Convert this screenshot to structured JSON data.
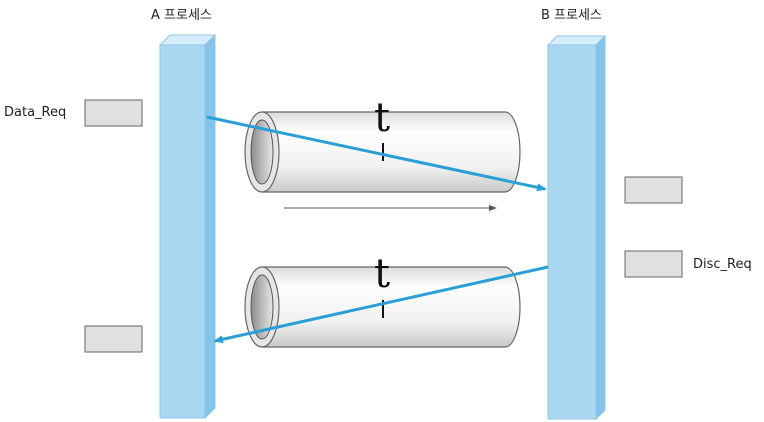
{
  "processes": {
    "a_label": "A 프로세스",
    "b_label": "B 프로세스"
  },
  "messages": {
    "data_req": "Data_Req",
    "disc_req": "Disc_Req"
  },
  "channel": {
    "top_time_label": "t",
    "bottom_time_label": "t"
  },
  "colors": {
    "process_bar": "#aad8f2",
    "arrow": "#2a9fd6",
    "pipe_fill": "#f2f2f2",
    "message_box": "#e0e0e0"
  }
}
